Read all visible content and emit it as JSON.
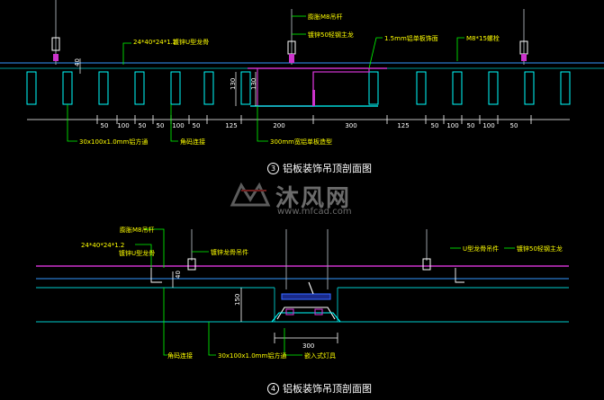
{
  "section1": {
    "caption": "铝板装饰吊顶剖面图",
    "circle_number": "3",
    "labels": {
      "hanger_rod": "膨胀M8吊杆",
      "main_keel": "镀锌50轻钢主龙",
      "alu_panel": "1.5mm铝单板饰面",
      "bolt": "M8*15螺栓",
      "angle_spec": "24*40*24*1.2",
      "angle_name": "镀锌U型龙骨",
      "alu_tube": "30x100x1.0mm铝方通",
      "edge": "角码连接",
      "trough": "300mm宽铝单板造型",
      "drop_40": "40",
      "drop_130a": "130",
      "drop_130b": "130"
    },
    "dims": [
      "50",
      "100",
      "50",
      "50",
      "100",
      "50",
      "125",
      "200",
      "300",
      "125",
      "50",
      "100",
      "50",
      "100",
      "50"
    ]
  },
  "section2": {
    "caption": "铝板装饰吊顶剖面图",
    "circle_number": "4",
    "labels": {
      "hanger_rod": "膨胀M8吊杆",
      "angle_spec": "24*40*24*1.2",
      "angle_name": "镀锌U型龙骨",
      "connector": "镀锌龙骨吊件",
      "keel_hanger": "U型龙骨吊件",
      "main_keel": "镀锌50轻钢主龙",
      "edge": "角码连接",
      "alu_tube": "30x100x1.0mm铝方通",
      "trough_light": "嵌入式灯具",
      "dim_40": "40",
      "dim_150": "150",
      "dim_300": "300"
    }
  },
  "watermark": {
    "name": "沐风网",
    "url": "www.mfcad.com"
  },
  "colors": {
    "background": "#000000",
    "ceiling_line": "#3399ff",
    "keel_line": "#cc33cc",
    "leader": "#00ff00",
    "annotation": "#ffff00",
    "panel": "#00ffff",
    "dimension": "#ffffff"
  }
}
